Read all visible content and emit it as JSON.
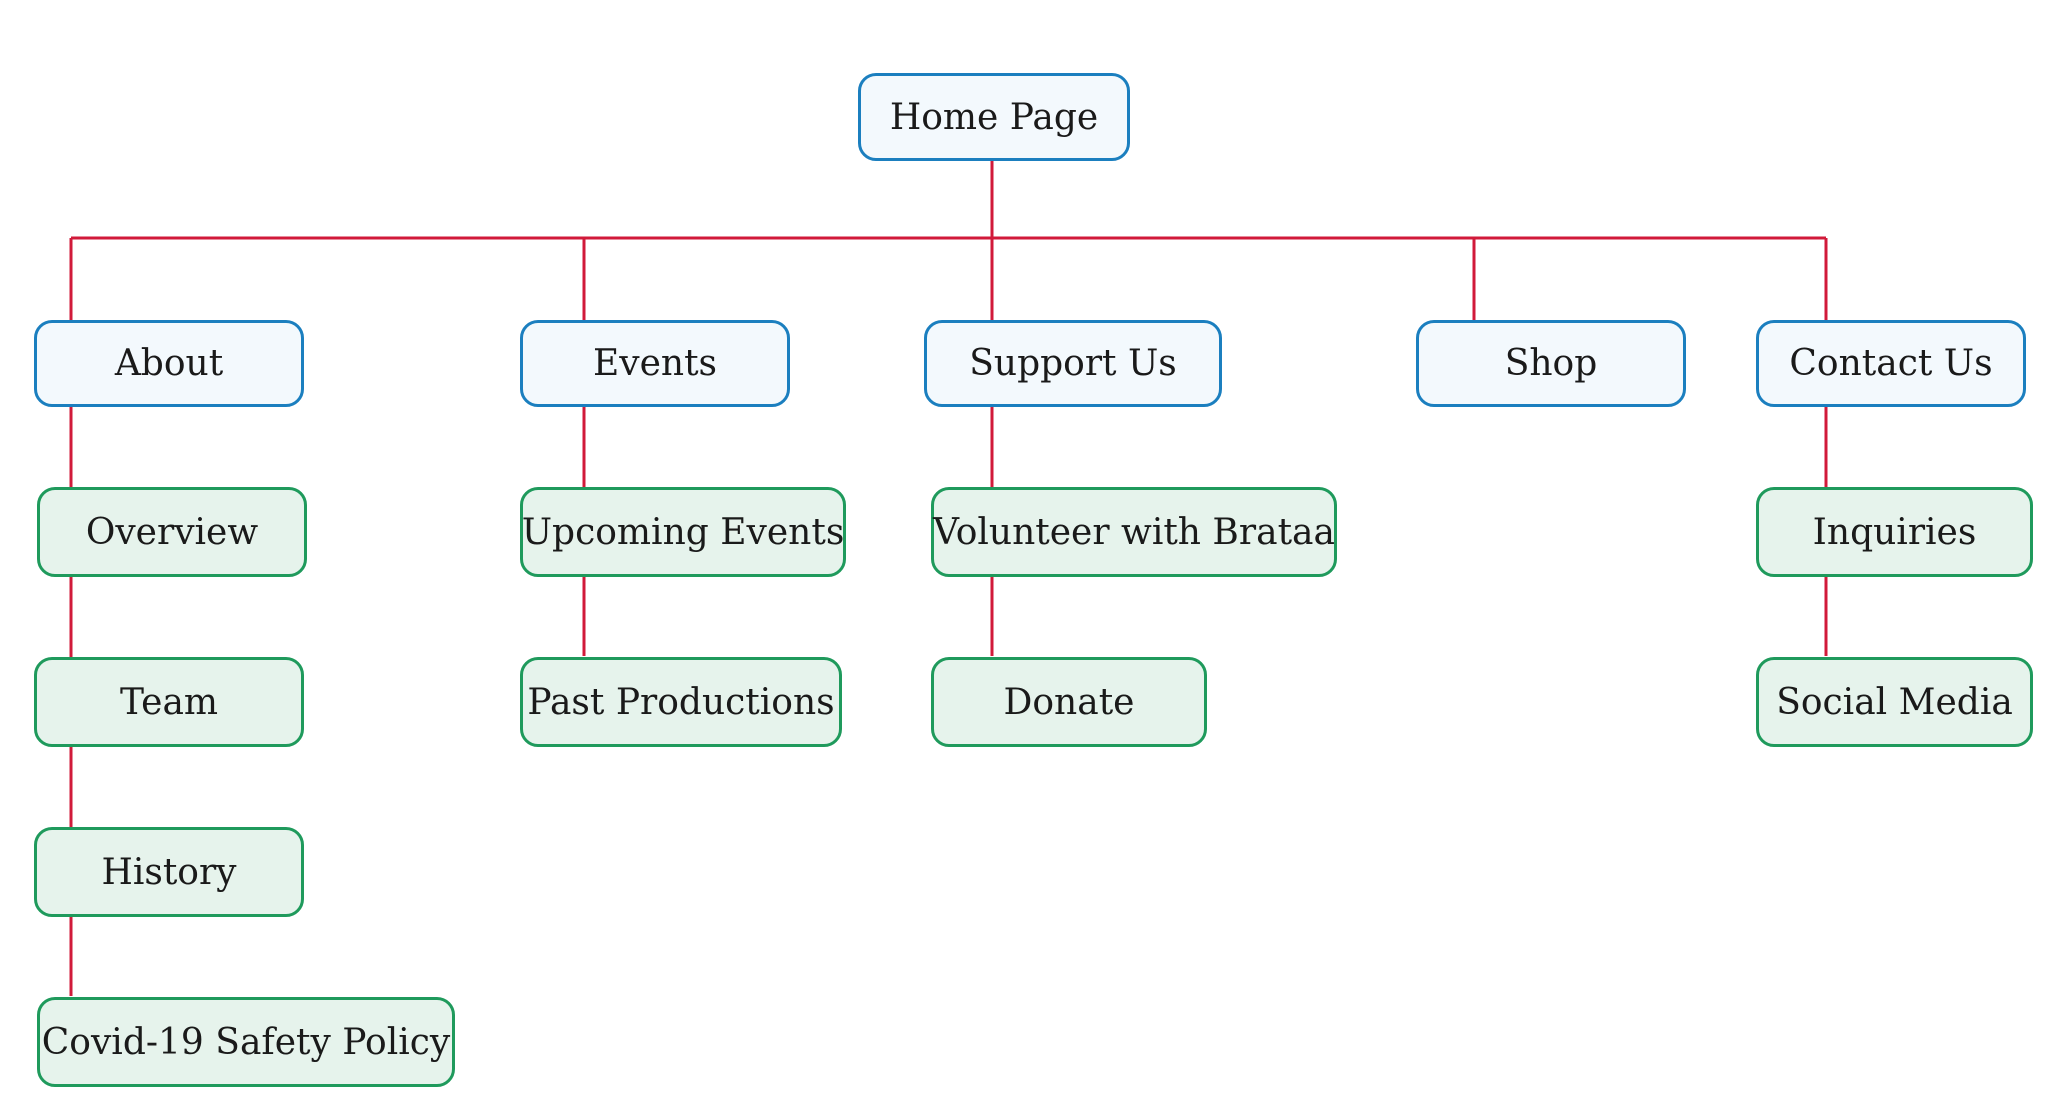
{
  "colors": {
    "connector": "#d11a3a",
    "level1_border": "#1b7fbf",
    "level1_fill": "#f3f9fd",
    "level2_border": "#1f9a5c",
    "level2_fill": "#e6f3ec"
  },
  "root": {
    "label": "Home Page"
  },
  "sections": [
    {
      "label": "About",
      "children": [
        "Overview",
        "Team",
        "History",
        "Covid-19 Safety Policy"
      ]
    },
    {
      "label": "Events",
      "children": [
        "Upcoming Events",
        "Past Productions"
      ]
    },
    {
      "label": "Support Us",
      "children": [
        "Volunteer with Brataa",
        "Donate"
      ]
    },
    {
      "label": "Shop",
      "children": []
    },
    {
      "label": "Contact Us",
      "children": [
        "Inquiries",
        "Social Media"
      ]
    }
  ]
}
